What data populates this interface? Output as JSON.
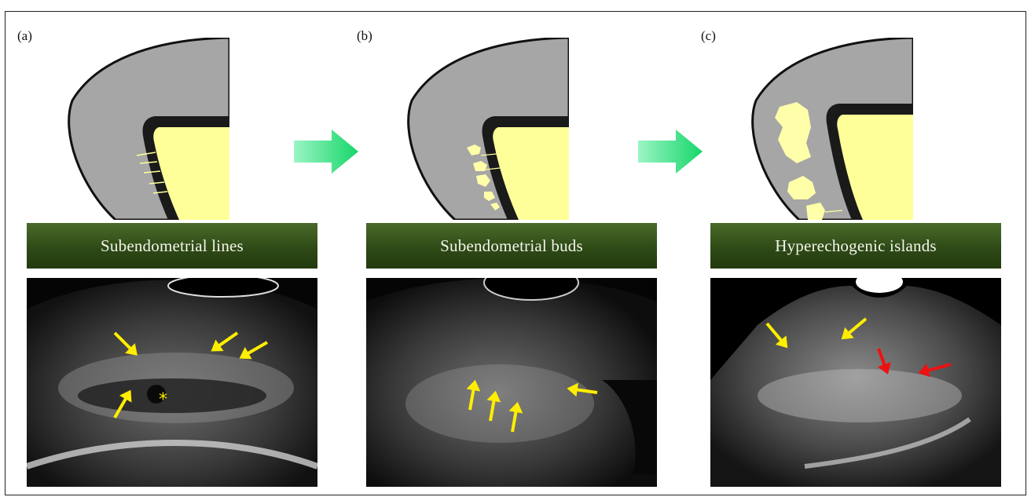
{
  "panels": [
    {
      "id": "a",
      "label": "(a)",
      "title": "Subendometrial lines"
    },
    {
      "id": "b",
      "label": "(b)",
      "title": "Subendometrial buds"
    },
    {
      "id": "c",
      "label": "(c)",
      "title": "Hyperechogenic islands"
    }
  ],
  "markers": {
    "asterisk": "*"
  },
  "colors": {
    "myometrium": "#a6a6a6",
    "endometrium": "#ffff99",
    "junctional_zone": "#1a1a1a",
    "banner": "#2e4a16",
    "arrow_green": "#22dd77",
    "arrow_yellow": "#ffee00",
    "arrow_red": "#ee1111"
  },
  "icons": [
    "green-progression-arrow",
    "yellow-pointer-arrow",
    "red-pointer-arrow"
  ]
}
